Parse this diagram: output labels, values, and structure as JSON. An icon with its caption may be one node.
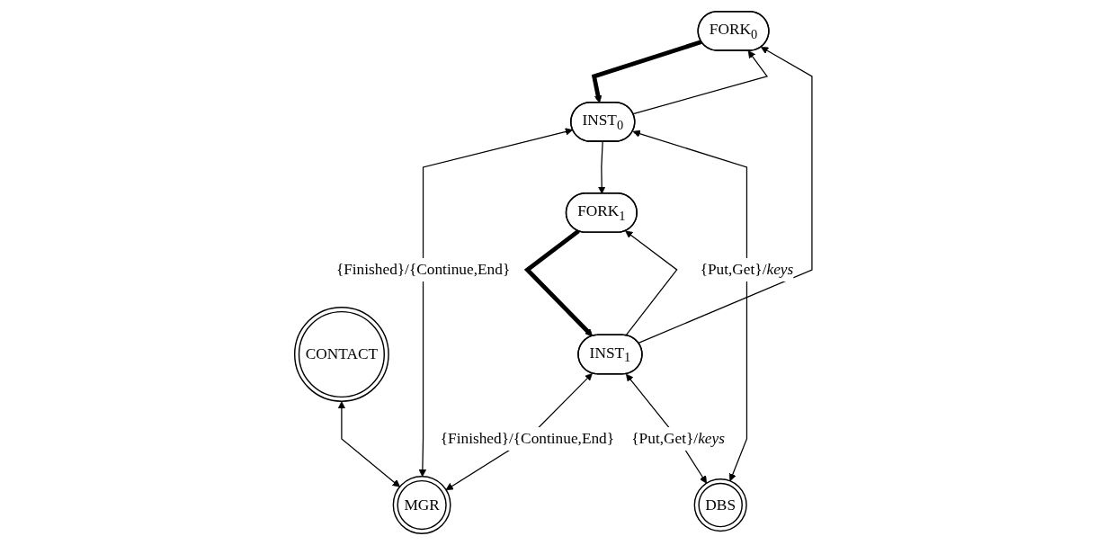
{
  "diagram": {
    "nodes": [
      {
        "text": [
          "CONTACT"
        ]
      },
      {
        "text": [
          "MGR"
        ]
      },
      {
        "text": [
          "FORK$_{0}$"
        ]
      },
      {
        "text": [
          "INST$_{0}$"
        ]
      },
      {
        "text": [
          "INST$_{1}$"
        ]
      },
      {
        "text": [
          "FORK$_{1}$"
        ]
      },
      {
        "text": [
          "DBS"
        ]
      }
    ],
    "edges": [
      {
        "from": 0,
        "to": 1,
        "arrow": "both"
      },
      {
        "from": 3,
        "to": 1,
        "arrow": "both",
        "label": "{Finished}/{Continue,End}"
      },
      {
        "from": 4,
        "to": 1,
        "arrow": "both",
        "label": "{Finished}/{Continue,End}"
      },
      {
        "from": 3,
        "to": 2,
        "arrow": "to"
      },
      {
        "from": 2,
        "to": 3,
        "arrow": "to",
        "style": "thick"
      },
      {
        "from": 4,
        "to": 2,
        "arrow": "to"
      },
      {
        "from": 3,
        "to": 5,
        "arrow": "to"
      },
      {
        "from": 4,
        "to": 5,
        "arrow": "to"
      },
      {
        "from": 5,
        "to": 4,
        "arrow": "to",
        "style": "thick"
      },
      {
        "from": 3,
        "to": 6,
        "arrow": "both",
        "label": "{Put,Get}/*keys*"
      },
      {
        "from": 4,
        "to": 6,
        "arrow": "both",
        "label": "{Put,Get}/*keys*"
      }
    ]
  }
}
